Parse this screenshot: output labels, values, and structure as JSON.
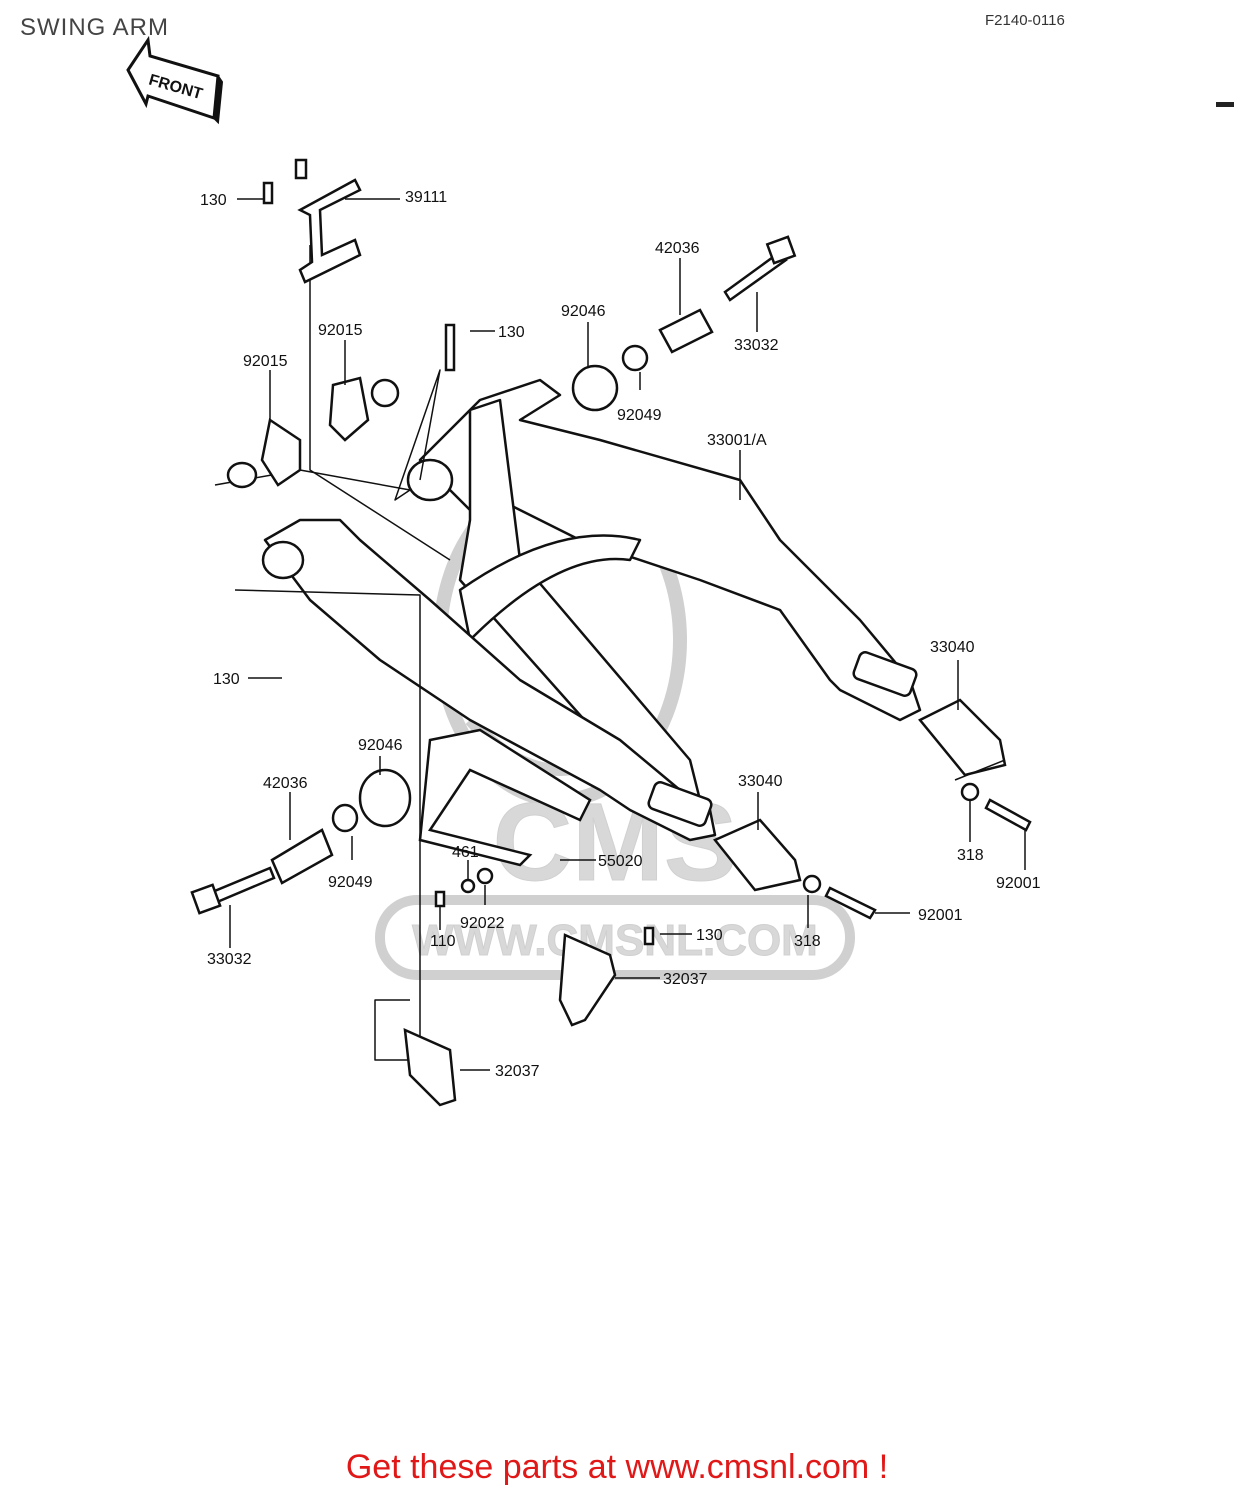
{
  "header": {
    "title": "SWING ARM",
    "figure_code": "F2140-0116"
  },
  "front_arrow": {
    "label": "FRONT"
  },
  "watermark": {
    "logo_text": "CMS",
    "url_text": "WWW.CMSNL.COM"
  },
  "parts": [
    {
      "number": "130"
    },
    {
      "number": "39111"
    },
    {
      "number": "42036"
    },
    {
      "number": "92046"
    },
    {
      "number": "130"
    },
    {
      "number": "33032"
    },
    {
      "number": "92015"
    },
    {
      "number": "92015"
    },
    {
      "number": "92049"
    },
    {
      "number": "33001/A"
    },
    {
      "number": "130"
    },
    {
      "number": "33040"
    },
    {
      "number": "92046"
    },
    {
      "number": "42036"
    },
    {
      "number": "33040"
    },
    {
      "number": "92049"
    },
    {
      "number": "461"
    },
    {
      "number": "55020"
    },
    {
      "number": "318"
    },
    {
      "number": "92001"
    },
    {
      "number": "92022"
    },
    {
      "number": "110"
    },
    {
      "number": "92001"
    },
    {
      "number": "318"
    },
    {
      "number": "33032"
    },
    {
      "number": "130"
    },
    {
      "number": "32037"
    },
    {
      "number": "32037"
    }
  ],
  "footer": {
    "cta": "Get these parts at www.cmsnl.com !"
  },
  "colors": {
    "line": "#111111",
    "watermark": "#d8d8d8",
    "footer_text": "#e01818"
  }
}
